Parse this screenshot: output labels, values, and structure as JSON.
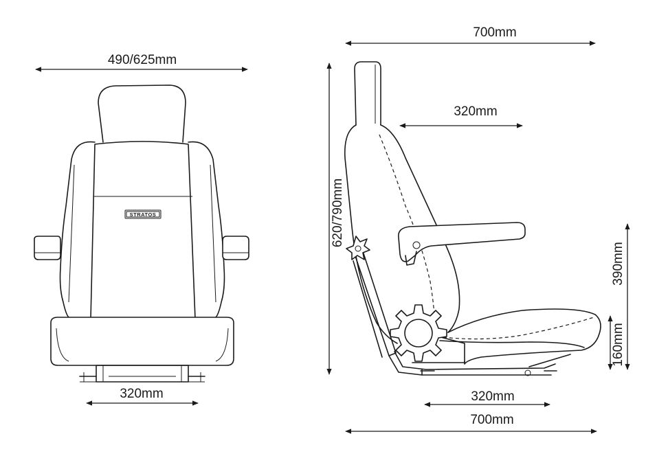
{
  "front_view": {
    "width_label": "490/625mm",
    "base_width_label": "320mm",
    "badge_text": "STRATOS"
  },
  "side_view": {
    "top_depth_label": "700mm",
    "backrest_depth_label": "320mm",
    "height_label": "620/790mm",
    "armrest_height_label": "390mm",
    "cushion_height_label": "160mm",
    "rail_label": "320mm",
    "bottom_depth_label": "700mm"
  }
}
